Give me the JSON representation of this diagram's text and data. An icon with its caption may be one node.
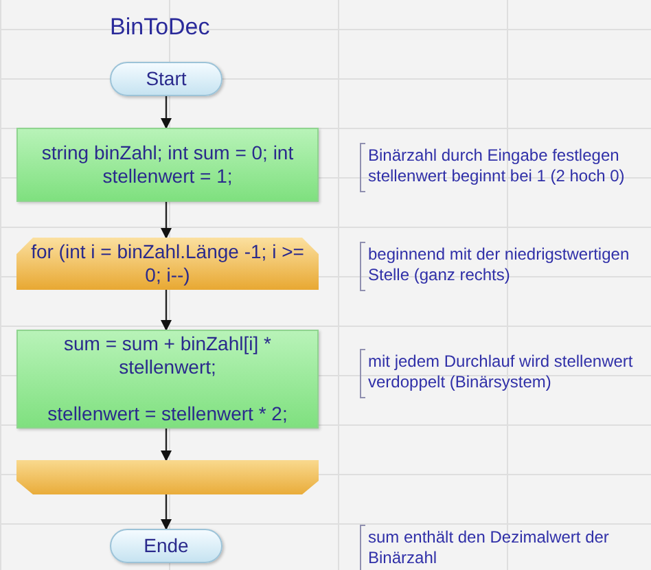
{
  "diagram": {
    "title": "BinToDec",
    "nodes": [
      {
        "text": [
          "Start"
        ]
      },
      {
        "text": [
          "string binZahl; int sum = 0; int stellenwert = 1;"
        ],
        "beside": [
          "Binärzahl durch Eingabe festlegen stellenwert beginnt bei 1 (2 hoch 0)"
        ]
      },
      {
        "text": [
          "for (int i = binZahl.Länge -1; i >= 0; i--)"
        ],
        "beside": [
          "beginnend mit der niedrigstwertigen Stelle (ganz rechts)"
        ]
      },
      {
        "text": [
          "sum = sum + binZahl[i] * stellenwert;",
          "stellenwert = stellenwert * 2;"
        ],
        "beside": [
          "mit jedem Durchlauf wird stellenwert verdoppelt (Binärsystem)"
        ]
      },
      {
        "text": [],
        "shape": "box"
      },
      {
        "text": [
          "Ende"
        ]
      }
    ],
    "labels": [
      "sum enthält den Dezimalwert der Binärzahl"
    ],
    "edges": [
      {
        "from": 0,
        "to": 1,
        "arrow": "to"
      },
      {
        "from": 1,
        "to": 2,
        "arrow": "to"
      },
      {
        "from": 2,
        "to": 3,
        "arrow": "to"
      },
      {
        "from": 3,
        "to": 4,
        "arrow": "to"
      },
      {
        "from": 4,
        "to": 5,
        "arrow": "to"
      }
    ]
  }
}
